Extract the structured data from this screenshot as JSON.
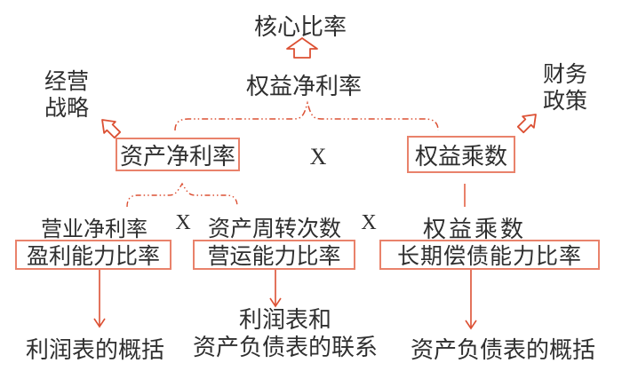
{
  "palette": {
    "accent": "#dc5033",
    "box_border": "#e9826b",
    "text": "#2f2f2f",
    "background": "#ffffff"
  },
  "nodes": {
    "core_ratio": "核心比率",
    "roe": "权益净利率",
    "strategy_line1": "经营",
    "strategy_line2": "战略",
    "policy_line1": "财务",
    "policy_line2": "政策",
    "roa_box": "资产净利率",
    "times_top": "X",
    "equity_multiplier_box": "权益乘数",
    "net_profit_margin": "营业净利率",
    "times_mid1": "X",
    "asset_turnover": "资产周转次数",
    "times_mid2": "X",
    "equity_multiplier_text": "权益乘数",
    "profitability_box": "盈利能力比率",
    "operating_box": "营运能力比率",
    "solvency_box": "长期偿债能力比率",
    "income_summary": "利润表的概括",
    "link_line1": "利润表和",
    "link_line2": "资产负债表的联系",
    "balance_summary": "资产负债表的概括"
  }
}
